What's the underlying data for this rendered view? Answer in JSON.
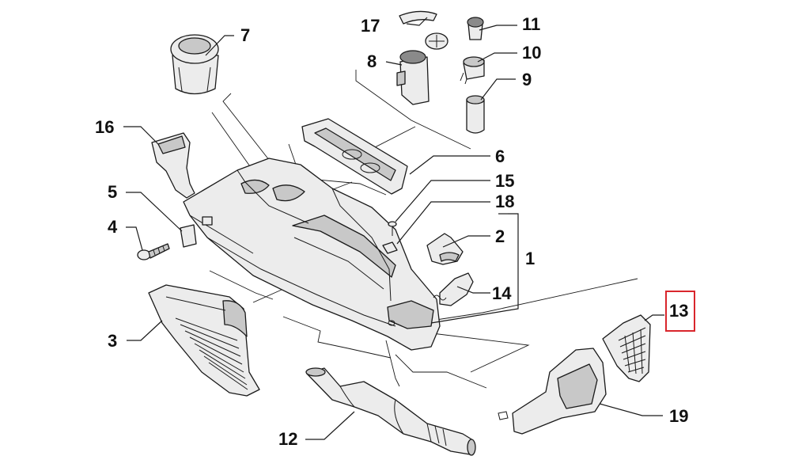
{
  "diagram": {
    "callouts": {
      "c1": "1",
      "c2": "2",
      "c3": "3",
      "c4": "4",
      "c5": "5",
      "c6": "6",
      "c7": "7",
      "c8": "8",
      "c9": "9",
      "c10": "10",
      "c11": "11",
      "c12": "12",
      "c13": "13",
      "c14": "14",
      "c15": "15",
      "c16": "16",
      "c17": "17",
      "c18": "18",
      "c19": "19"
    },
    "highlighted_callout": "13",
    "colors": {
      "highlight": "#d9262c",
      "line": "#1a1a1a",
      "part_fill": "#ececec",
      "background": "#ffffff"
    }
  }
}
